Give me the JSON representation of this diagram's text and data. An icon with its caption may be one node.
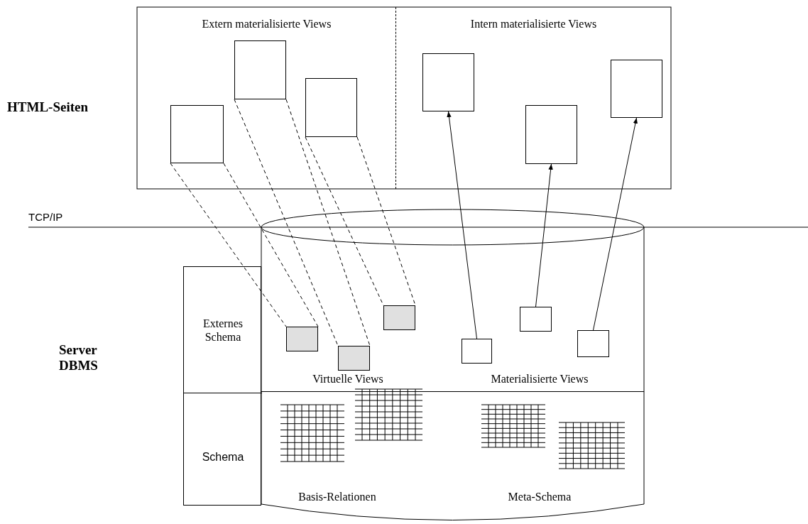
{
  "diagram": {
    "nodes": [
      {
        "text": [
          "HTML-Seiten"
        ]
      },
      {
        "text": [
          "Extern materialisierte Views"
        ],
        "in": 0
      },
      {
        "text": [
          "Intern materialisierte Views"
        ],
        "in": 0
      },
      {
        "text": [],
        "shape": "box",
        "in": 1
      },
      {
        "text": [],
        "shape": "box",
        "in": 1
      },
      {
        "text": [],
        "shape": "box",
        "in": 1
      },
      {
        "text": [],
        "shape": "box",
        "in": 2
      },
      {
        "text": [],
        "shape": "box",
        "in": 2
      },
      {
        "text": [],
        "shape": "box",
        "in": 2
      },
      {
        "text": [],
        "shape": "cylinder"
      },
      {
        "text": [],
        "shape": "box"
      },
      {
        "text": [
          "Externes Schema"
        ],
        "in": 10
      },
      {
        "text": [
          "Schema"
        ],
        "in": 10
      },
      {
        "text": [
          "Virtuelle Views",
          "Materialisierte Views"
        ],
        "in": 9
      },
      {
        "text": [
          "Basis-Relationen",
          "Meta-Schema"
        ],
        "in": 9
      },
      {
        "text": [],
        "shape": "box",
        "in": 13
      },
      {
        "text": [],
        "shape": "box",
        "in": 13
      },
      {
        "text": [],
        "shape": "box",
        "in": 13
      },
      {
        "text": [],
        "shape": "box",
        "in": 13
      },
      {
        "text": [],
        "shape": "box",
        "in": 13
      },
      {
        "text": [],
        "shape": "box",
        "in": 13
      }
    ],
    "edges": [
      {
        "from": 3,
        "to": 15,
        "arrow": "none",
        "style": "dashed"
      },
      {
        "from": 3,
        "to": 15,
        "arrow": "none",
        "style": "dashed"
      },
      {
        "from": 4,
        "to": 16,
        "arrow": "none",
        "style": "dashed"
      },
      {
        "from": 4,
        "to": 16,
        "arrow": "none",
        "style": "dashed"
      },
      {
        "from": 5,
        "to": 17,
        "arrow": "none",
        "style": "dashed"
      },
      {
        "from": 5,
        "to": 17,
        "arrow": "none",
        "style": "dashed"
      },
      {
        "from": 18,
        "to": 6,
        "arrow": "to"
      },
      {
        "from": 19,
        "to": 7,
        "arrow": "to"
      },
      {
        "from": 20,
        "to": 8,
        "arrow": "to"
      }
    ],
    "labels": [
      "TCP/IP",
      "Server DBMS"
    ]
  }
}
